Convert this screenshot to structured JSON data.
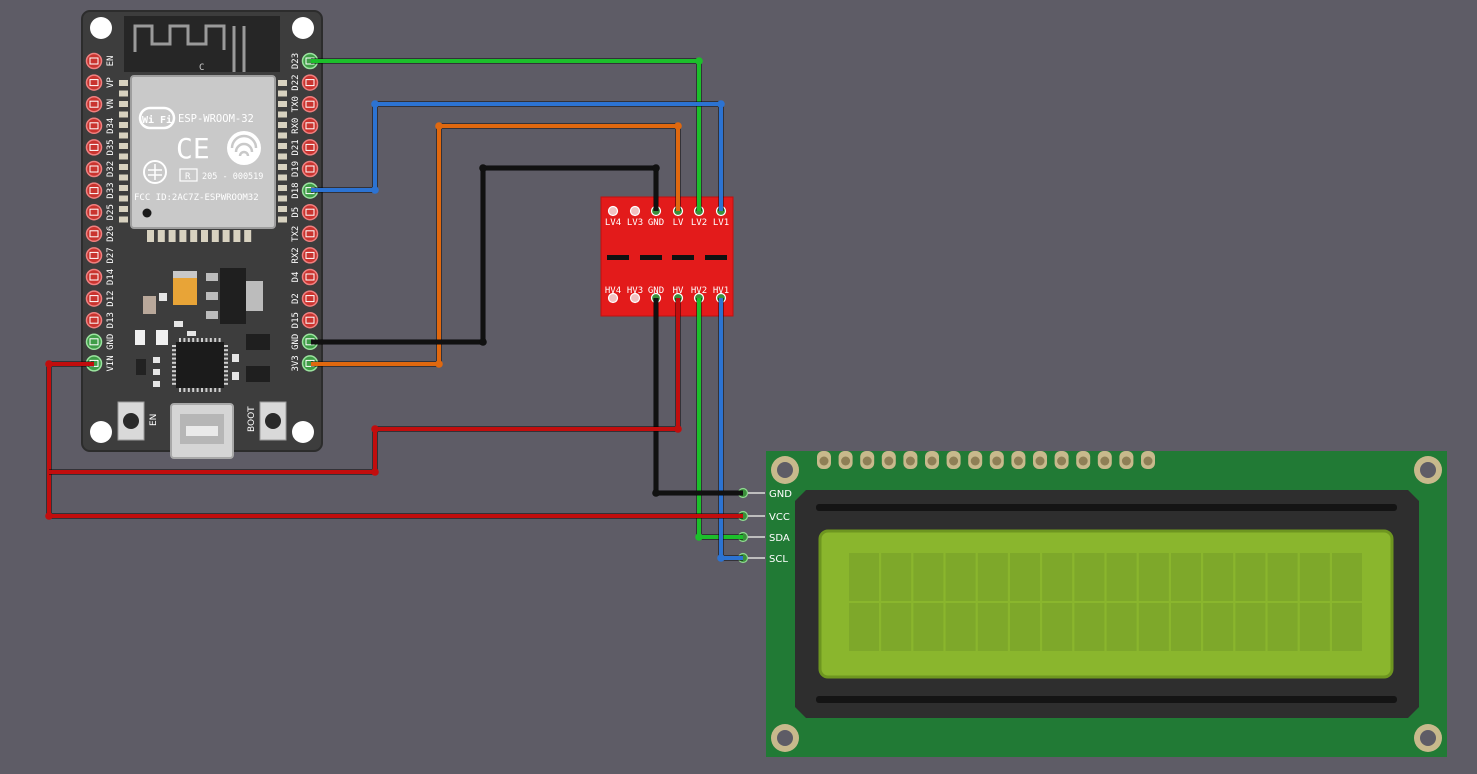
{
  "esp32": {
    "module_name": "ESP-WROOM-32",
    "wifi_mark": "Wi Fi",
    "ce_mark": "CE",
    "r_mark": "R",
    "cert_code": "205 - 000519",
    "fcc_id": "FCC ID:2AC7Z-ESPWROOM32",
    "antenna_mark": "C",
    "button_en_label": "EN",
    "button_boot_label": "BOOT",
    "left_pins": [
      "EN",
      "VP",
      "VN",
      "D34",
      "D35",
      "D32",
      "D33",
      "D25",
      "D26",
      "D27",
      "D14",
      "D12",
      "D13",
      "GND",
      "VIN"
    ],
    "right_pins": [
      "D23",
      "D22",
      "TX0",
      "RX0",
      "D21",
      "D19",
      "D18",
      "D5",
      "TX2",
      "RX2",
      "D4",
      "D2",
      "D15",
      "GND",
      "3V3"
    ]
  },
  "level_shifter": {
    "top_labels": [
      "LV4",
      "LV3",
      "GND",
      "LV",
      "LV2",
      "LV1"
    ],
    "bottom_labels": [
      "HV4",
      "HV3",
      "GND",
      "HV",
      "HV2",
      "HV1"
    ]
  },
  "lcd": {
    "pin_labels": [
      "GND",
      "VCC",
      "SDA",
      "SCL"
    ]
  },
  "wire_colors": {
    "sda": "#1cbf2b",
    "scl": "#2c73d2",
    "power_3v3": "#e0680f",
    "ground": "#111111",
    "power_vin": "#c20d0d"
  }
}
